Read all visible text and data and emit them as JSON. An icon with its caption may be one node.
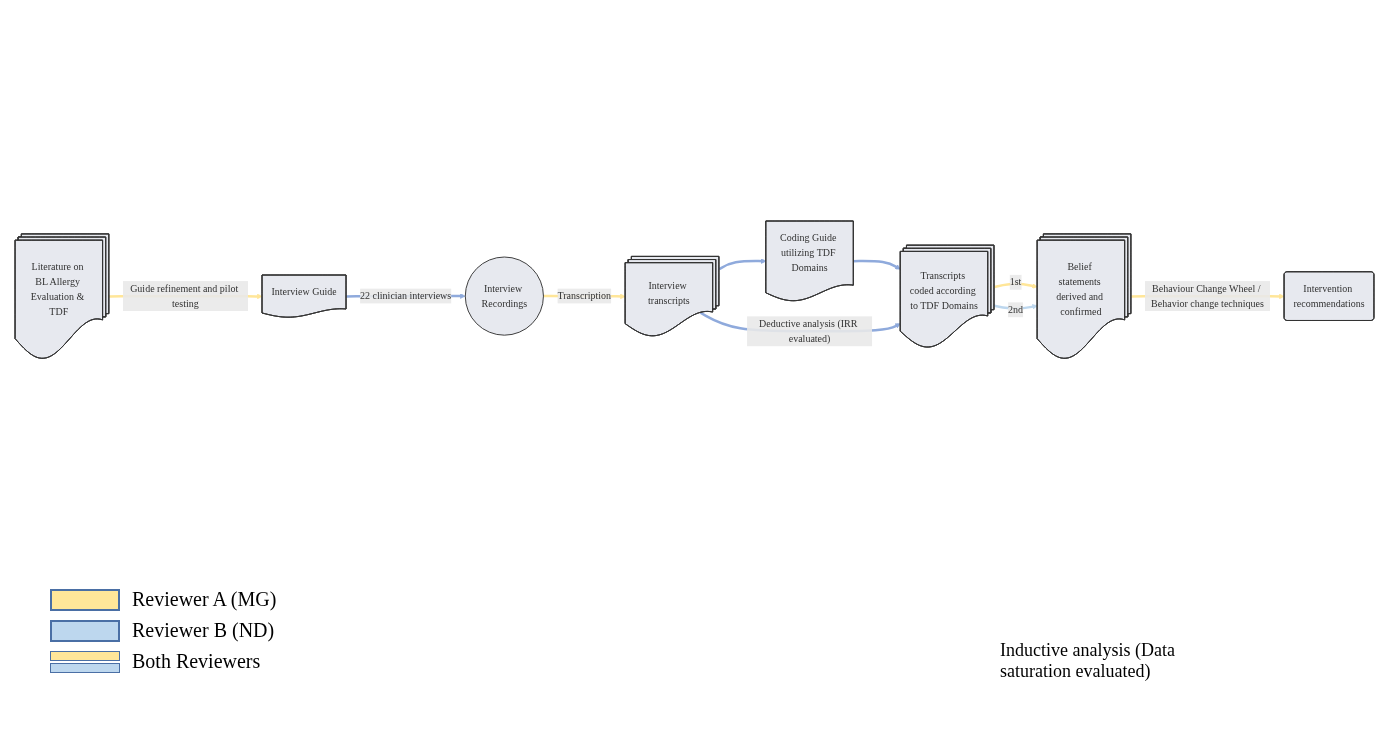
{
  "diagram": {
    "nodes": [
      {
        "text": [
          "Literature on BL Allergy Evaluation & TDF"
        ]
      },
      {
        "text": [
          "Interview Guide"
        ]
      },
      {
        "text": [
          "Interview Recordings"
        ]
      },
      {
        "text": [
          "Interview transcripts"
        ]
      },
      {
        "text": [
          "Coding Guide utilizing TDF Domains"
        ]
      },
      {
        "text": [
          "Transcripts coded according to TDF Domains"
        ]
      },
      {
        "text": [
          "Belief statements derived and confirmed"
        ]
      },
      {
        "text": [
          "Intervention recommendations"
        ]
      }
    ],
    "edges": [
      {
        "from": 0,
        "to": 1,
        "arrow": "to",
        "label": "Guide refinement and pilot testing",
        "color": "#ffe699"
      },
      {
        "from": 1,
        "to": 2,
        "arrow": "to",
        "label": "22 clinician interviews",
        "color": "#8faadc"
      },
      {
        "from": 2,
        "to": 3,
        "arrow": "to",
        "label": "Transcription",
        "color": "#ffe699"
      },
      {
        "from": 3,
        "to": 4,
        "arrow": "to",
        "color": "#8faadc"
      },
      {
        "from": 4,
        "to": 5,
        "arrow": "to",
        "color": "#8faadc"
      },
      {
        "from": 3,
        "to": 5,
        "arrow": "to",
        "label": "Deductive analysis (IRR evaluated)",
        "color": "#8faadc"
      },
      {
        "from": 5,
        "to": 6,
        "arrow": "to",
        "label": "1st",
        "color": "#ffe699"
      },
      {
        "from": 5,
        "to": 6,
        "arrow": "to",
        "label": "2nd",
        "color": "#bdd7ee"
      },
      {
        "from": 6,
        "to": 7,
        "arrow": "to",
        "label": "Behaviour Change Wheel / Behavior change techniques",
        "color": "#ffe699"
      }
    ],
    "labels": [
      "Inductive analysis (Data saturation evaluated)"
    ],
    "legend": [
      {
        "text": "Reviewer A (MG)",
        "color": "#ffe699"
      },
      {
        "text": "Reviewer B (ND)",
        "color": "#bdd7ee"
      },
      {
        "text": "Both Reviewers"
      }
    ]
  }
}
